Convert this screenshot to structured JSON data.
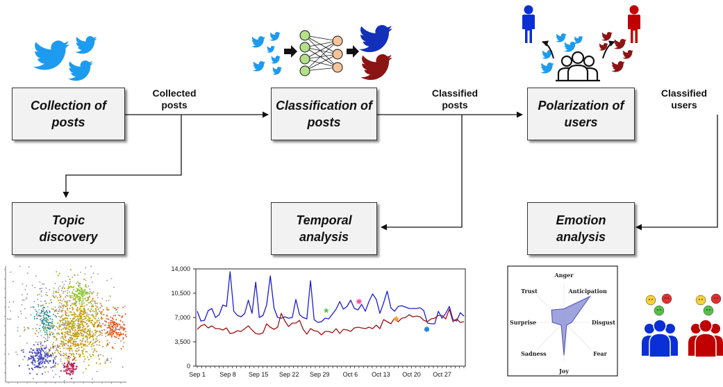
{
  "pipeline": {
    "boxes": [
      {
        "id": "collection",
        "label": "Collection of\nposts"
      },
      {
        "id": "classification",
        "label": "Classification of\nposts"
      },
      {
        "id": "polarization",
        "label": "Polarization of\nusers"
      },
      {
        "id": "topic",
        "label": "Topic\ndiscovery"
      },
      {
        "id": "temporal",
        "label": "Temporal\nanalysis"
      },
      {
        "id": "emotion",
        "label": "Emotion\nanalysis"
      }
    ],
    "edge_labels": {
      "collected": "Collected\nposts",
      "classified_posts": "Classified\nposts",
      "classified_users": "Classified\nusers"
    }
  },
  "colors": {
    "twitter_blue": "#1d9bf0",
    "dark_blue": "#1230b8",
    "dark_red": "#8b1414",
    "user_blue": "#0a2fd6",
    "user_red": "#c00000",
    "node_green": "#b5e08a",
    "node_orange": "#f5c49a"
  },
  "icons": [
    "twitter-bird-icon",
    "neural-network-icon",
    "person-icon",
    "user-group-icon",
    "emoji-face-icon"
  ],
  "chart_data": {
    "type": "line",
    "x_tick_labels": [
      "Sep 1",
      "Sep 8",
      "Sep 15",
      "Sep 22",
      "Sep 29",
      "Oct 6",
      "Oct 13",
      "Oct 20",
      "Oct 27"
    ],
    "y_tick_labels": [
      "0",
      "3,500",
      "7,000",
      "10,500",
      "14,000"
    ],
    "ylim": [
      0,
      14000
    ],
    "days": 62,
    "series": [
      {
        "color": "#1a1ad6",
        "values": [
          7900,
          6500,
          6600,
          8000,
          8300,
          7000,
          7400,
          8800,
          8600,
          13600,
          7900,
          7300,
          7100,
          7600,
          9500,
          7600,
          12100,
          7000,
          7300,
          8800,
          13000,
          8400,
          7000,
          6900,
          7100,
          6900,
          7000,
          9600,
          7400,
          7000,
          6800,
          12300,
          6700,
          6300,
          6400,
          6900,
          6800,
          7500,
          8200,
          9300,
          8200,
          8600,
          9500,
          8300,
          8100,
          8900,
          7900,
          9300,
          10400,
          9600,
          7600,
          9100,
          10800,
          8400,
          7900,
          8600,
          8700,
          8500,
          8300,
          8300,
          8300,
          8400,
          8000,
          6200,
          6100,
          6100,
          7900,
          6900,
          7600,
          8600,
          6700,
          6500,
          7700,
          7200
        ]
      },
      {
        "color": "#9b1010",
        "values": [
          5300,
          5800,
          6000,
          5500,
          5800,
          5400,
          5400,
          5200,
          5500,
          4700,
          4800,
          5100,
          5000,
          5400,
          5800,
          5200,
          4700,
          4600,
          4800,
          6100,
          5600,
          5300,
          5600,
          7600,
          6500,
          5700,
          6200,
          6200,
          6600,
          5300,
          4600,
          5400,
          5100,
          5000,
          4500,
          5000,
          5000,
          4800,
          5400,
          4700,
          5300,
          5200,
          5000,
          5500,
          5600,
          5500,
          5400,
          5600,
          5400,
          5900,
          5400,
          6700,
          6400,
          6100,
          6900,
          6400,
          6900,
          7000,
          7400,
          7100,
          7200,
          7100,
          6600,
          6400,
          6800,
          6900,
          7300,
          7300,
          6800,
          8200,
          6400,
          6800,
          6300,
          6400
        ]
      }
    ],
    "markers": [
      {
        "day": 29.5,
        "value": 8000,
        "color": "#4ccc4c",
        "shape": "star"
      },
      {
        "day": 37,
        "value": 9300,
        "color": "#ff4fa3",
        "shape": "burst"
      },
      {
        "day": 45.5,
        "value": 6800,
        "color": "#ff9f2e",
        "shape": "diamond"
      },
      {
        "day": 52.5,
        "value": 5300,
        "color": "#1e88e5",
        "shape": "circle"
      }
    ]
  },
  "radar": {
    "labels": [
      "Anger",
      "Anticipation",
      "Disgust",
      "Fear",
      "Joy",
      "Sadness",
      "Surprise",
      "Trust"
    ],
    "values": [
      0.35,
      0.95,
      0.2,
      0.1,
      0.85,
      0.1,
      0.3,
      0.45
    ]
  },
  "scatter_clusters": [
    {
      "name": "gray-noise",
      "color": "#8d8d8d"
    },
    {
      "name": "gold",
      "color": "#c8a212"
    },
    {
      "name": "orange",
      "color": "#e8551c"
    },
    {
      "name": "indigo",
      "color": "#4a4dc0"
    },
    {
      "name": "teal",
      "color": "#1c8fa0"
    },
    {
      "name": "lime",
      "color": "#8ccf2c"
    },
    {
      "name": "magenta",
      "color": "#b8225a"
    }
  ]
}
